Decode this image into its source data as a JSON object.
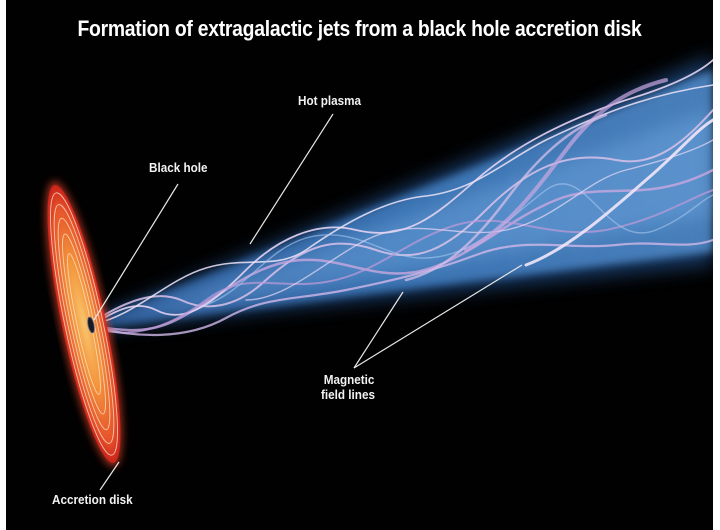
{
  "title": "Formation of extragalactic jets from a black hole accretion disk",
  "labels": {
    "black_hole": "Black hole",
    "hot_plasma": "Hot plasma",
    "magnetic_line1": "Magnetic",
    "magnetic_line2": "field lines",
    "accretion_disk": "Accretion disk"
  },
  "colors": {
    "background": "#010101",
    "border": "#ffffff",
    "disk_inner": "#f6b25a",
    "disk_outer": "#e0341c",
    "jet_core": "#4b8fd8",
    "field_line": "#d9c2ea",
    "label_text": "#f2f2f2"
  }
}
